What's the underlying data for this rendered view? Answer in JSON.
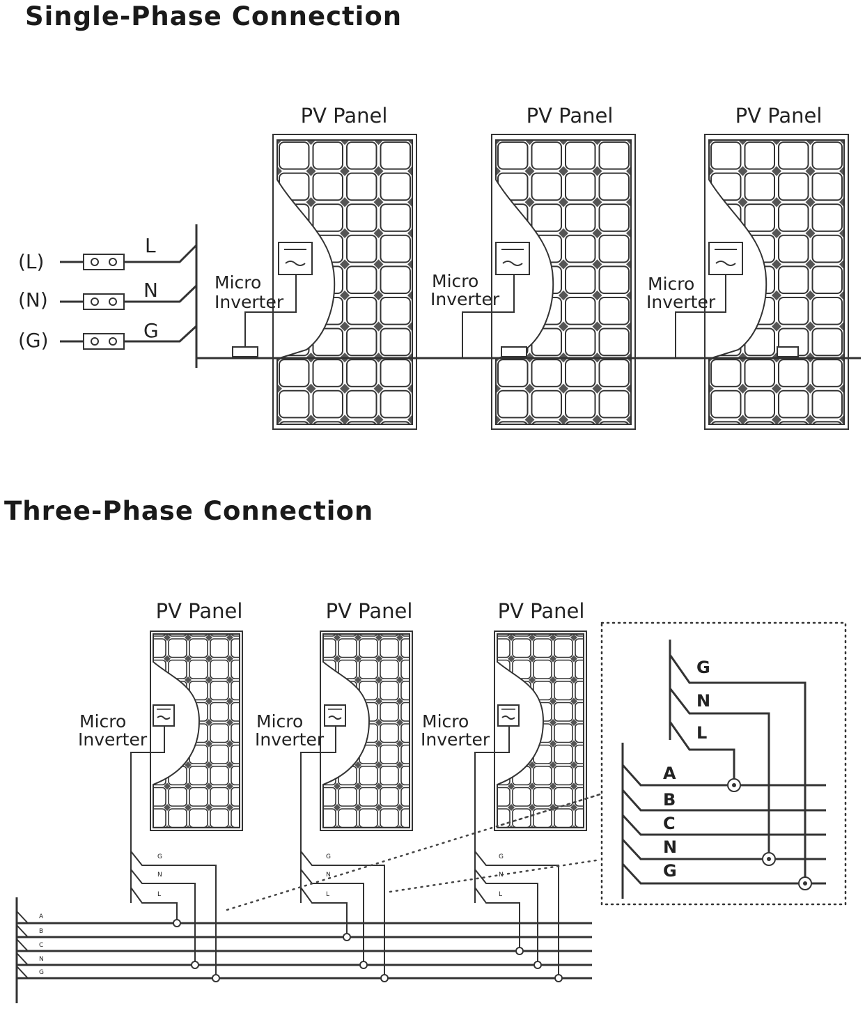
{
  "titles": {
    "single_phase": "Single-Phase Connection",
    "three_phase": "Three-Phase Connection"
  },
  "single_phase": {
    "panels": [
      {
        "label": "PV Panel",
        "inverter_line1": "Micro",
        "inverter_line2": "Inverter"
      },
      {
        "label": "PV Panel",
        "inverter_line1": "Micro",
        "inverter_line2": "Inverter"
      },
      {
        "label": "PV Panel",
        "inverter_line1": "Micro",
        "inverter_line2": "Inverter"
      }
    ],
    "terminals": [
      {
        "outer": "(L)",
        "inner": "L"
      },
      {
        "outer": "(N)",
        "inner": "N"
      },
      {
        "outer": "(G)",
        "inner": "G"
      }
    ]
  },
  "three_phase": {
    "panels": [
      {
        "label": "PV Panel",
        "inverter_line1": "Micro",
        "inverter_line2": "Inverter"
      },
      {
        "label": "PV Panel",
        "inverter_line1": "Micro",
        "inverter_line2": "Inverter"
      },
      {
        "label": "PV Panel",
        "inverter_line1": "Micro",
        "inverter_line2": "Inverter"
      }
    ],
    "small_taps": [
      "G",
      "N",
      "L"
    ],
    "bus_lines": [
      "A",
      "B",
      "C",
      "N",
      "G"
    ],
    "detail_taps": [
      "G",
      "N",
      "L"
    ],
    "detail_bus": [
      "A",
      "B",
      "C",
      "N",
      "G"
    ]
  }
}
